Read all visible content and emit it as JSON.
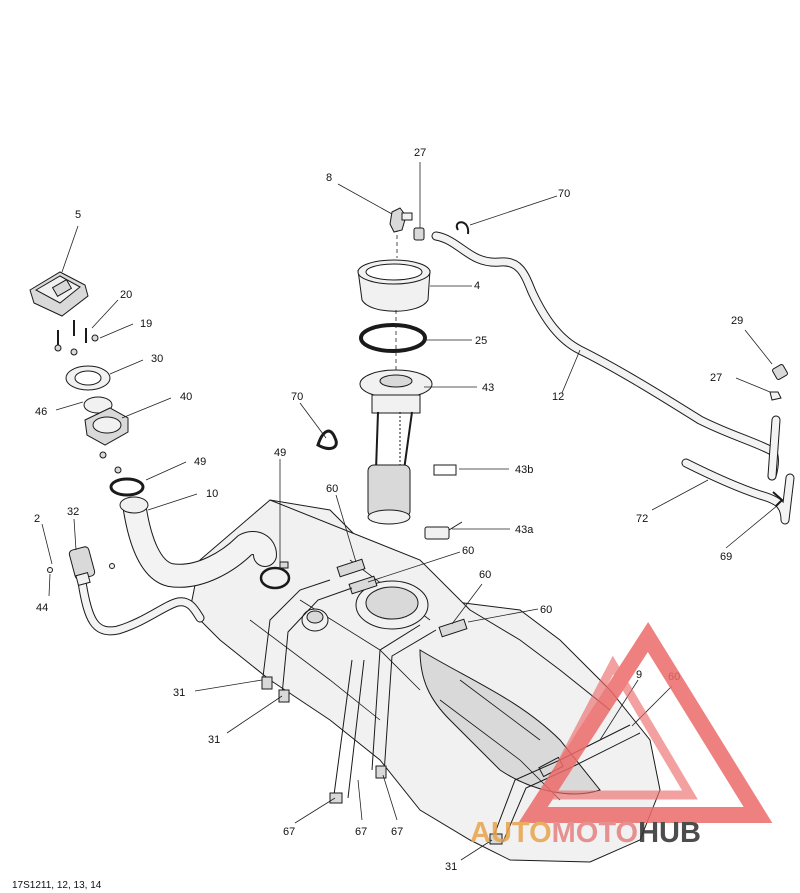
{
  "diagram_code": "17S1211, 12, 13, 14",
  "watermark": {
    "part1": "AUTO",
    "part2": "MOTO",
    "part3": "HUB",
    "colors": {
      "part1": "#e8a34a",
      "part2": "#e58080",
      "part3": "#2e2e2e",
      "triangle": "#ec6b6b"
    }
  },
  "callouts": {
    "c27a": "27",
    "c8": "8",
    "c70a": "70",
    "c5": "5",
    "c4": "4",
    "c20": "20",
    "c19": "19",
    "c25": "25",
    "c30": "30",
    "c29": "29",
    "c43": "43",
    "c27b": "27",
    "c46": "46",
    "c40": "40",
    "c70b": "70",
    "c12": "12",
    "c49a": "49",
    "c49b": "49",
    "c43b": "43b",
    "c10": "10",
    "c60a": "60",
    "c72": "72",
    "c2": "2",
    "c32": "32",
    "c43a": "43a",
    "c60b": "60",
    "c69": "69",
    "c44": "44",
    "c60c": "60",
    "c60d": "60",
    "c9": "9",
    "c60e": "60",
    "c31a": "31",
    "c31b": "31",
    "c67a": "67",
    "c67b": "67",
    "c67c": "67",
    "c31c": "31"
  }
}
